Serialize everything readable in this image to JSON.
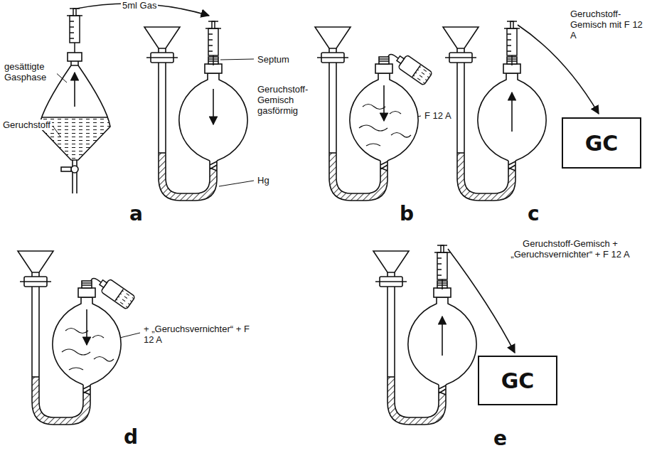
{
  "diagram": {
    "nodes": [
      {
        "text": [
          "GC"
        ]
      },
      {
        "text": [
          "GC"
        ]
      }
    ],
    "labels": [
      "5ml Gas",
      "gesättigte Gasphase",
      "Geruchstoff",
      "Septum",
      "Geruchstoff-Gemisch gasförmig",
      "Hg",
      "a",
      "F 12 A",
      "b",
      "Geruchstoff-Gemisch mit F 12 A",
      "c",
      "+ „Geruchsvernichter“ + F 12 A",
      "d",
      "Geruchstoff-Gemisch + „Geruchsvernichter“ + F 12 A",
      "e"
    ]
  }
}
